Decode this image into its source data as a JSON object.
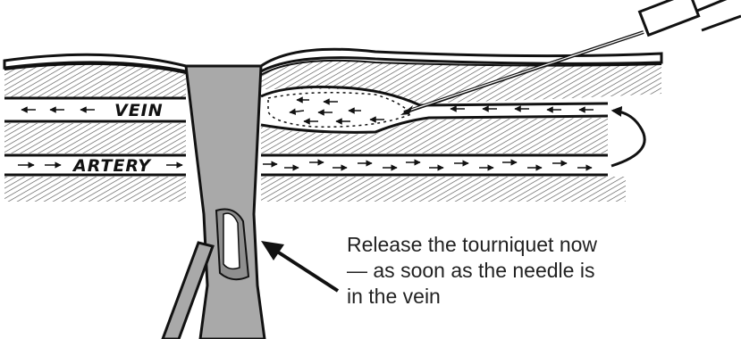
{
  "labels": {
    "vein": "VEIN",
    "artery": "ARTERY"
  },
  "caption": {
    "line1": "Release the tourniquet now",
    "line2": "— as soon as the needle is",
    "line3": "in the vein"
  },
  "colors": {
    "ink": "#111111",
    "tourniquet": "#a9a9a9",
    "tissue_hatch": "#555555",
    "background": "#ffffff"
  },
  "icons": {
    "pointer": "arrow-icon",
    "flow": "flow-arrow-icon",
    "return_flow": "curved-arrow-icon",
    "instrument": "needle-icon"
  }
}
